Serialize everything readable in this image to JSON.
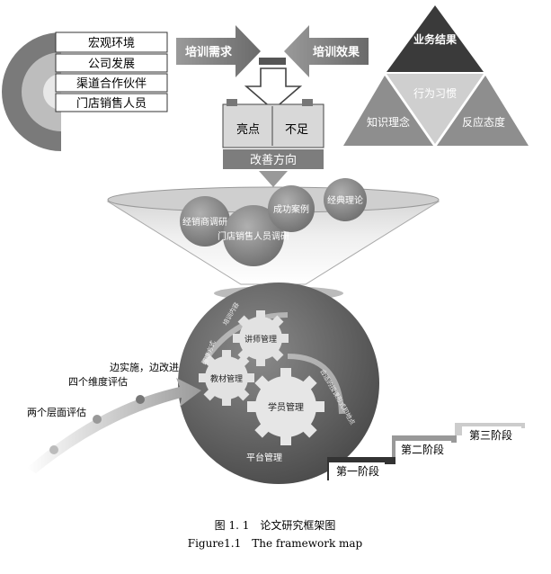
{
  "layers": {
    "items": [
      "宏观环境",
      "公司发展",
      "渠道合作伙伴",
      "门店销售人员"
    ]
  },
  "arrows": {
    "left": "培训需求",
    "right": "培训效果"
  },
  "evaluation_box": {
    "left": "亮点",
    "right": "不足",
    "bar": "改善方向"
  },
  "triangle": {
    "top": "业务结果",
    "center": "行为习惯",
    "left": "知识理念",
    "right": "反应态度"
  },
  "funnel": {
    "circles": [
      "经销商调研",
      "门店销售人员调研",
      "成功案例",
      "经典理论"
    ]
  },
  "management": {
    "gears": [
      "讲师管理",
      "教材管理",
      "学员管理"
    ],
    "platform": "平台管理",
    "curve_labels": [
      "培训内容",
      "授课方式",
      "合适的授课形式和地点"
    ]
  },
  "progress": {
    "steps": [
      "两个层面评估",
      "四个维度评估",
      "边实施，边改进"
    ]
  },
  "stages": [
    "第一阶段",
    "第二阶段",
    "第三阶段"
  ],
  "caption": {
    "cn": "图 1. 1　论文研究框架图",
    "en": "Figure1.1　The framework map"
  }
}
